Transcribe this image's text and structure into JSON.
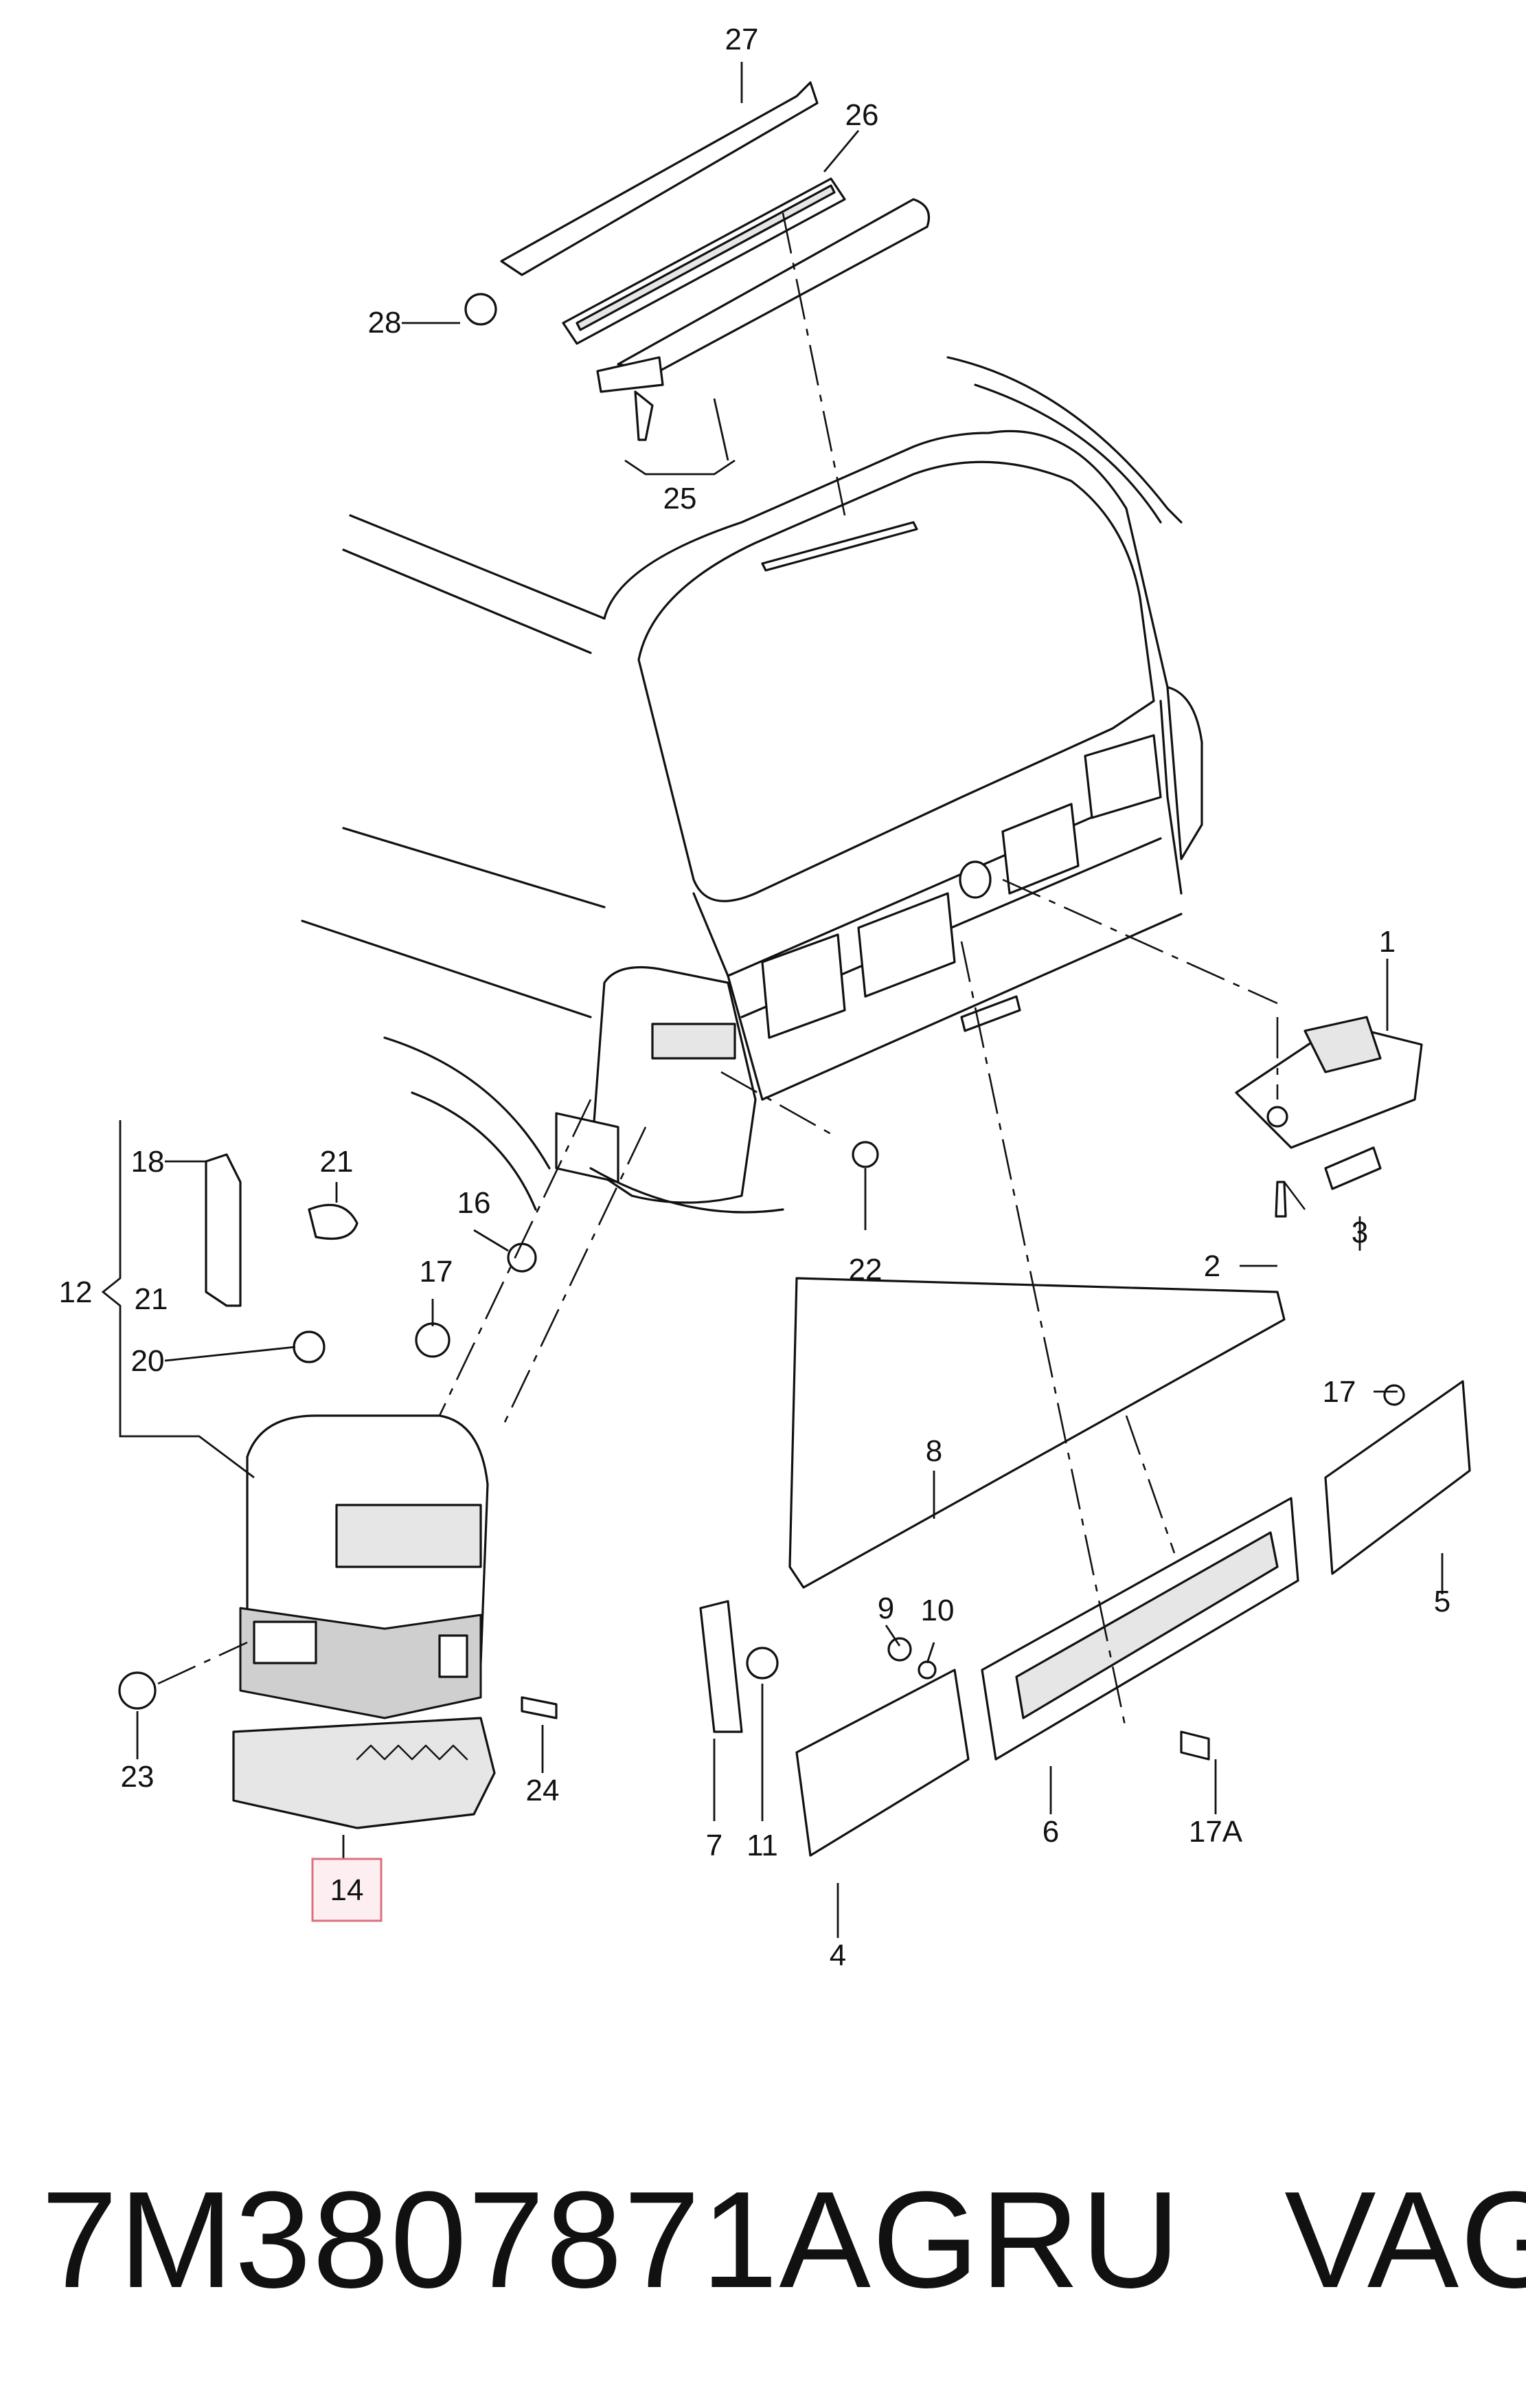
{
  "callouts": {
    "c1": "1",
    "c2": "2",
    "c3": "3",
    "c4": "4",
    "c5": "5",
    "c6": "6",
    "c7": "7",
    "c8": "8",
    "c9": "9",
    "c10": "10",
    "c11": "11",
    "c12": "12",
    "c14": "14",
    "c16": "16",
    "c17a": "17",
    "c17b": "17",
    "c17A": "17A",
    "c18": "18",
    "c20": "20",
    "c21a": "21",
    "c21b": "21",
    "c22": "22",
    "c23": "23",
    "c24": "24",
    "c25": "25",
    "c26": "26",
    "c27": "27",
    "c28": "28"
  },
  "highlighted_callout": "14",
  "highlight_color": "#d9707c",
  "footer": {
    "part_code": "7M3807871AGRU",
    "brand": "VAG"
  }
}
